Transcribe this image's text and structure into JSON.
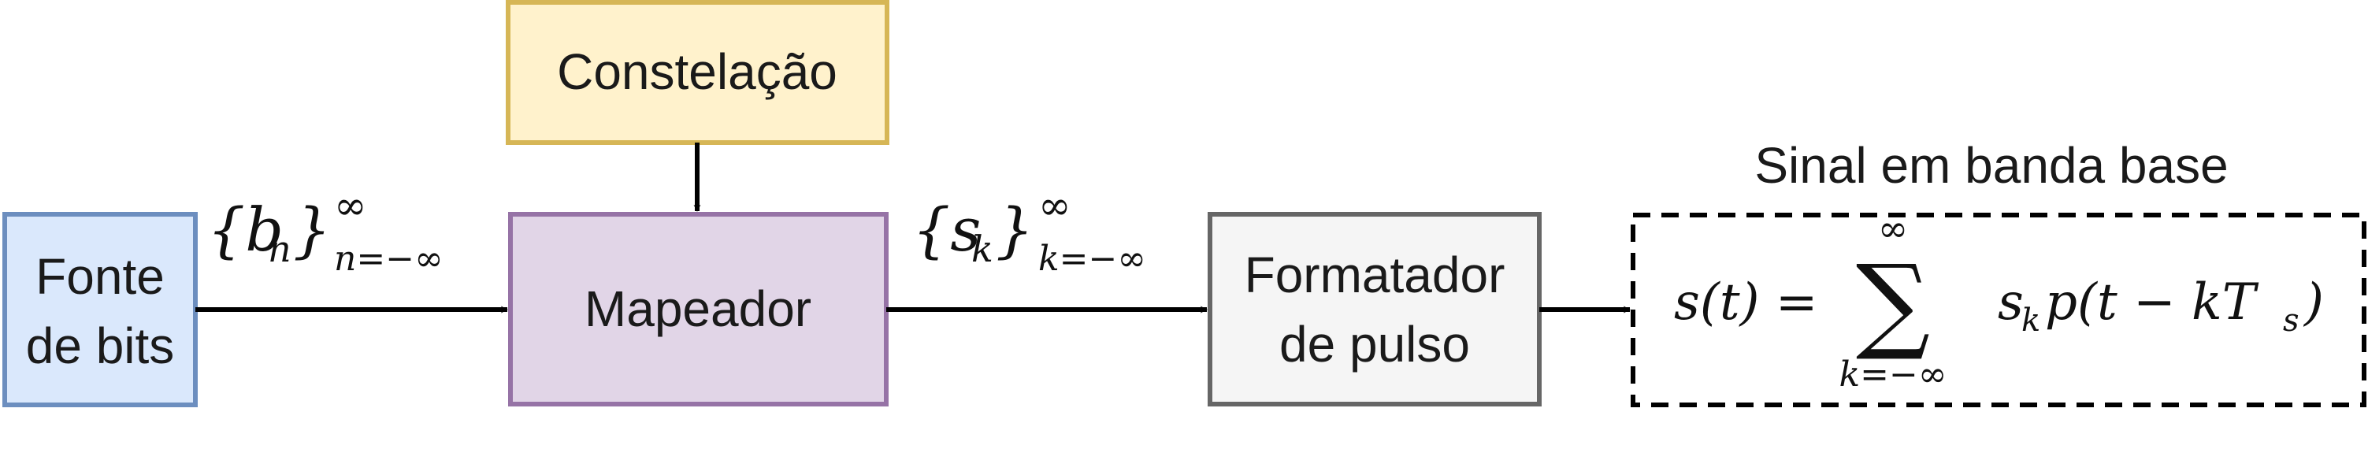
{
  "blocks": {
    "fonte": {
      "line1": "Fonte",
      "line2": "de bits",
      "fill": "#dae8fc",
      "stroke": "#6c8ebf"
    },
    "constelacao": {
      "label": "Constelação",
      "fill": "#fff2cc",
      "stroke": "#d6b656"
    },
    "mapeador": {
      "label": "Mapeador",
      "fill": "#e1d5e7",
      "stroke": "#9673a6"
    },
    "formatador": {
      "line1": "Formatador",
      "line2": "de pulso",
      "fill": "#f5f5f5",
      "stroke": "#666666"
    },
    "sinal": {
      "title": "Sinal em banda base",
      "lhs": "s(t) =",
      "sum": "∑",
      "upper": "∞",
      "lower": "k=−∞",
      "term_s": "s",
      "term_k": "k",
      "term_rest": "p(t − kT",
      "term_sub": "s",
      "term_close": ")"
    }
  },
  "labels": {
    "bits_seq": {
      "open": "{b",
      "sub_n": "n",
      "close": "}",
      "sup": "∞",
      "low": "n=−∞"
    },
    "symbols_seq": {
      "open": "{s",
      "sub_k": "k",
      "close": "}",
      "sup": "∞",
      "low": "k=−∞"
    }
  }
}
